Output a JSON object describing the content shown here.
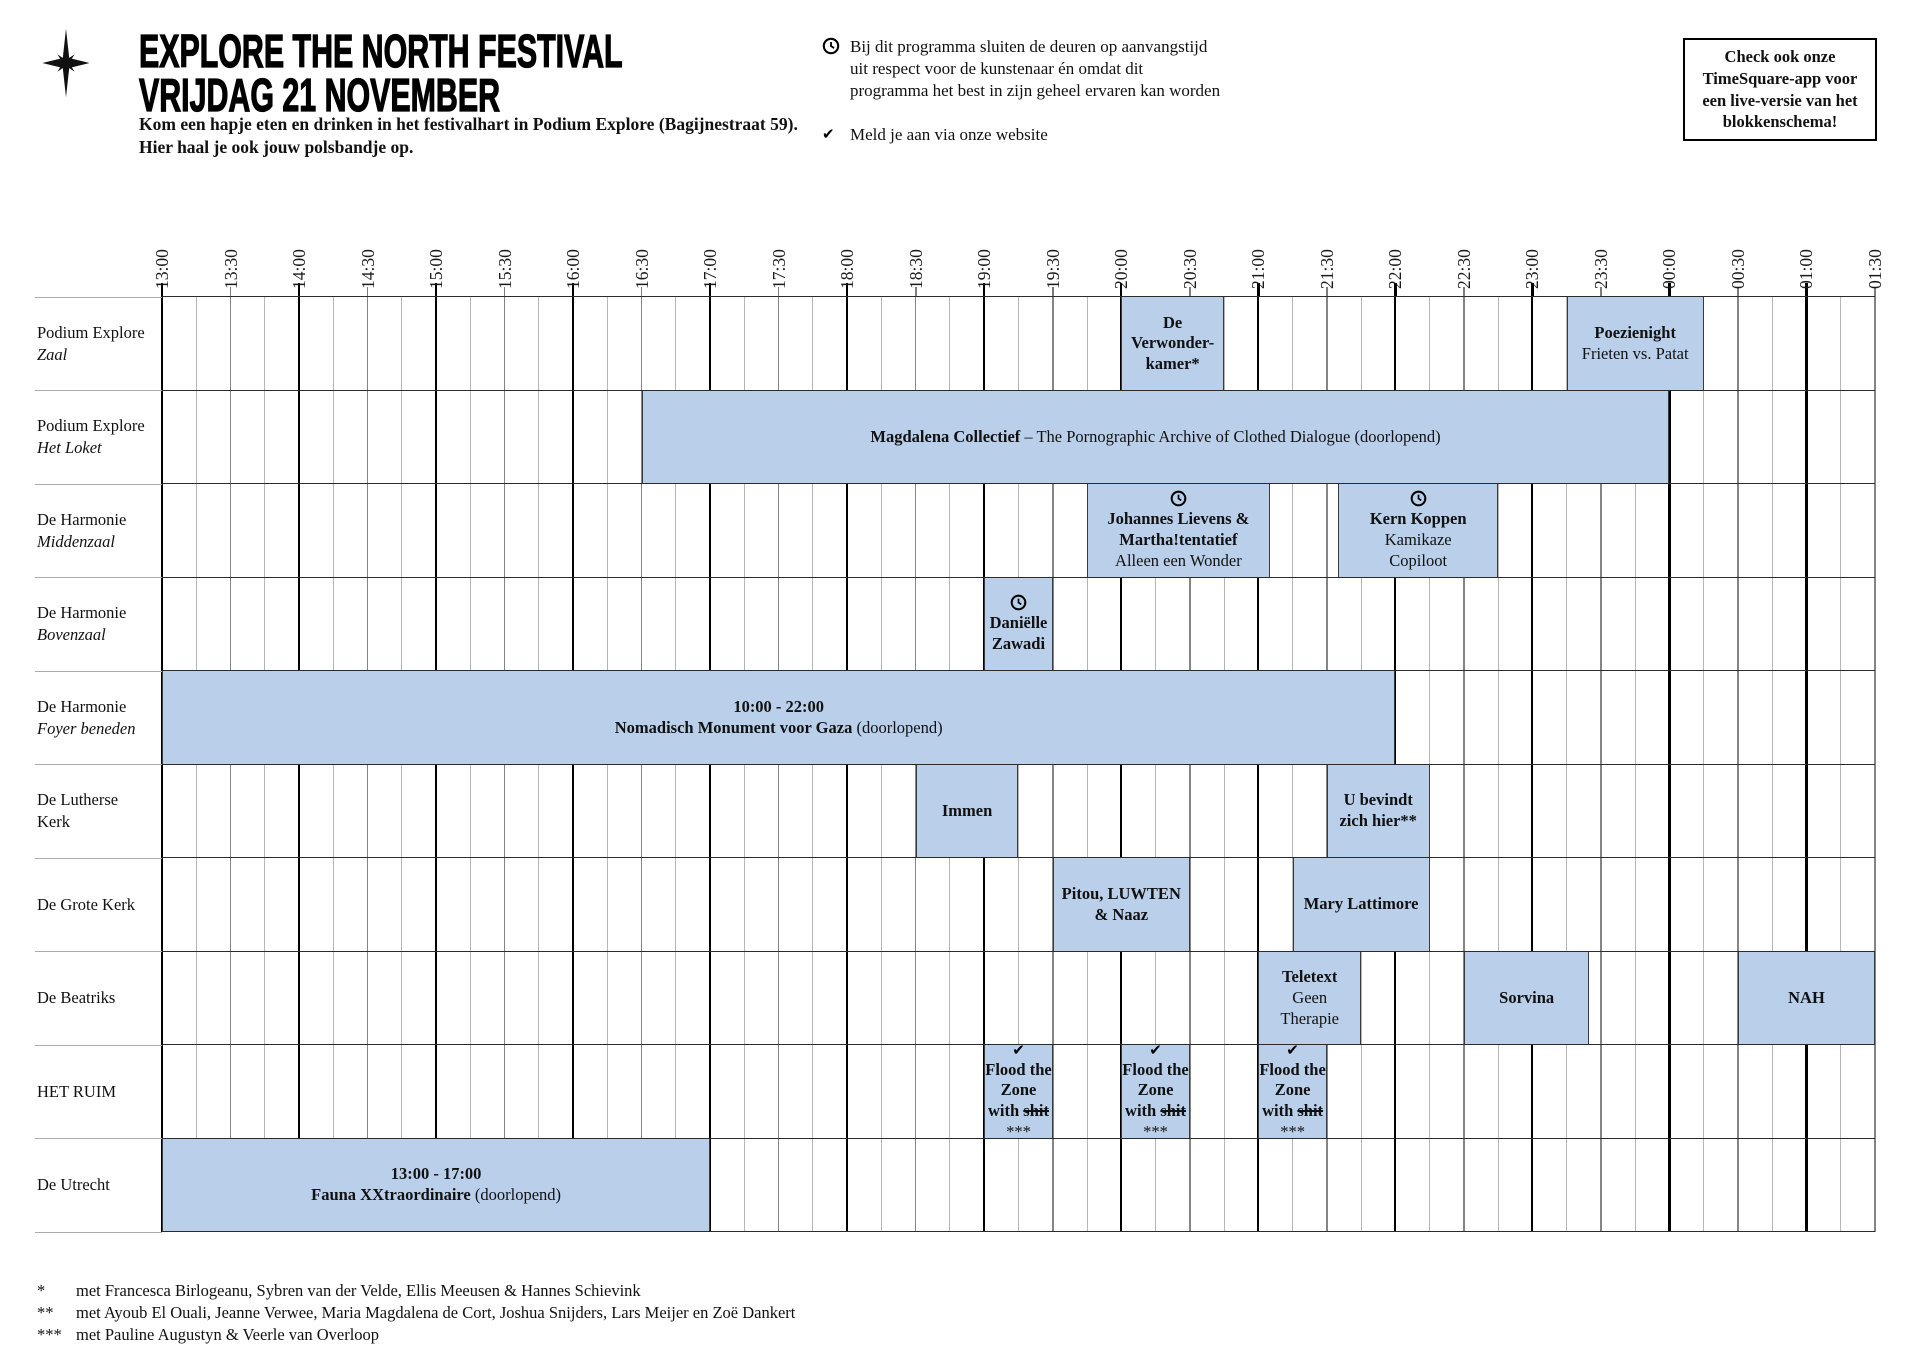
{
  "header": {
    "title_line1": "EXPLORE THE NORTH FESTIVAL",
    "title_line2": "VRIJDAG 21 NOVEMBER",
    "intro_line1": "Kom een hapje eten en drinken in het festivalhart in Podium Explore (Bagijnestraat 59).",
    "intro_line2": "Hier haal je ook jouw polsbandje op.",
    "notes": [
      {
        "icon": "clock-icon",
        "text": "Bij dit programma sluiten de deuren op aanvangstijd uit respect voor de kunstenaar én omdat dit programma het best in zijn geheel ervaren kan worden"
      },
      {
        "icon": "checkmark-icon",
        "text": "Meld je aan via onze website"
      }
    ],
    "app_box": {
      "text": "Check ook onze TimeSquare-app voor een live-versie van het blokkenschema!"
    },
    "logo": "star-logo"
  },
  "colors": {
    "block_fill": "#b9cfea",
    "hour_line": "#000000",
    "half_hour_line": "#858585",
    "quarter_line": "#b5b5b5",
    "text": "#111111"
  },
  "timeline": {
    "start": "13:00",
    "end": "01:30",
    "labels": [
      "13:00",
      "13:30",
      "14:00",
      "14:30",
      "15:00",
      "15:30",
      "16:00",
      "16:30",
      "17:00",
      "17:30",
      "18:00",
      "18:30",
      "19:00",
      "19:30",
      "20:00",
      "20:30",
      "21:00",
      "21:30",
      "22:00",
      "22:30",
      "23:00",
      "23:30",
      "00:00",
      "00:30",
      "01:00",
      "01:30"
    ]
  },
  "schedule": {
    "rows": [
      {
        "venue": {
          "lines": [
            {
              "t": "Podium Explore"
            },
            {
              "t": "Zaal",
              "i": true
            }
          ]
        },
        "events": [
          {
            "start": "20:00",
            "end": "20:45",
            "icon": null,
            "lines": [
              [
                {
                  "t": "De",
                  "b": true
                }
              ],
              [
                {
                  "t": "Verwonder-",
                  "b": true
                }
              ],
              [
                {
                  "t": "kamer*",
                  "b": true
                }
              ]
            ]
          },
          {
            "start": "23:15",
            "end": "00:15",
            "icon": null,
            "lines": [
              [
                {
                  "t": "Poezienight",
                  "b": true
                }
              ],
              [
                {
                  "t": "Frieten vs. Patat"
                }
              ]
            ]
          }
        ]
      },
      {
        "venue": {
          "lines": [
            {
              "t": "Podium Explore"
            },
            {
              "t": "Het Loket",
              "i": true
            }
          ]
        },
        "events": [
          {
            "start": "16:30",
            "end": "00:00",
            "icon": null,
            "lines": [
              [
                {
                  "t": "Magdalena Collectief",
                  "b": true
                },
                {
                  "t": " – The Pornographic Archive of Clothed Dialogue (doorlopend)"
                }
              ]
            ]
          }
        ]
      },
      {
        "venue": {
          "lines": [
            {
              "t": "De Harmonie"
            },
            {
              "t": "Middenzaal",
              "i": true
            }
          ]
        },
        "events": [
          {
            "start": "19:45",
            "end": "21:05",
            "icon": "clock-icon",
            "lines": [
              [
                {
                  "t": "Johannes Lievens &",
                  "b": true
                }
              ],
              [
                {
                  "t": "Martha!tentatief",
                  "b": true
                }
              ],
              [
                {
                  "t": "Alleen een Wonder"
                }
              ]
            ]
          },
          {
            "start": "21:35",
            "end": "22:45",
            "icon": "clock-icon",
            "lines": [
              [
                {
                  "t": "Kern Koppen",
                  "b": true
                }
              ],
              [
                {
                  "t": "Kamikaze"
                }
              ],
              [
                {
                  "t": "Copiloot"
                }
              ]
            ]
          }
        ]
      },
      {
        "venue": {
          "lines": [
            {
              "t": "De Harmonie"
            },
            {
              "t": "Bovenzaal",
              "i": true
            }
          ]
        },
        "events": [
          {
            "start": "19:00",
            "end": "19:30",
            "icon": "clock-icon",
            "lines": [
              [
                {
                  "t": "Daniëlle",
                  "b": true
                }
              ],
              [
                {
                  "t": "Zawadi",
                  "b": true
                }
              ]
            ]
          }
        ]
      },
      {
        "venue": {
          "lines": [
            {
              "t": "De Harmonie"
            },
            {
              "t": "Foyer beneden",
              "i": true
            }
          ]
        },
        "events": [
          {
            "start": "13:00",
            "end": "22:00",
            "icon": null,
            "lines": [
              [
                {
                  "t": "10:00 - 22:00",
                  "b": true
                }
              ],
              [
                {
                  "t": "Nomadisch Monument voor Gaza",
                  "b": true
                },
                {
                  "t": " (doorlopend)"
                }
              ]
            ]
          }
        ]
      },
      {
        "venue": {
          "lines": [
            {
              "t": "De Lutherse"
            },
            {
              "t": "Kerk"
            }
          ]
        },
        "events": [
          {
            "start": "18:30",
            "end": "19:15",
            "icon": null,
            "lines": [
              [
                {
                  "t": "Immen",
                  "b": true
                }
              ]
            ]
          },
          {
            "start": "21:30",
            "end": "22:15",
            "icon": null,
            "lines": [
              [
                {
                  "t": "U bevindt",
                  "b": true
                }
              ],
              [
                {
                  "t": "zich hier**",
                  "b": true
                }
              ]
            ]
          }
        ]
      },
      {
        "venue": {
          "lines": [
            {
              "t": "De Grote Kerk"
            }
          ]
        },
        "events": [
          {
            "start": "19:30",
            "end": "20:30",
            "icon": null,
            "lines": [
              [
                {
                  "t": "Pitou, LUWTEN",
                  "b": true
                }
              ],
              [
                {
                  "t": "& Naaz",
                  "b": true
                }
              ]
            ]
          },
          {
            "start": "21:15",
            "end": "22:15",
            "icon": null,
            "lines": [
              [
                {
                  "t": "Mary Lattimore",
                  "b": true
                }
              ]
            ]
          }
        ]
      },
      {
        "venue": {
          "lines": [
            {
              "t": "De Beatriks"
            }
          ]
        },
        "events": [
          {
            "start": "21:00",
            "end": "21:45",
            "icon": null,
            "lines": [
              [
                {
                  "t": "Teletext",
                  "b": true
                }
              ],
              [
                {
                  "t": "Geen"
                }
              ],
              [
                {
                  "t": "Therapie"
                }
              ]
            ]
          },
          {
            "start": "22:30",
            "end": "23:25",
            "icon": null,
            "lines": [
              [
                {
                  "t": "Sorvina",
                  "b": true
                }
              ]
            ]
          },
          {
            "start": "00:30",
            "end": "01:30",
            "icon": null,
            "lines": [
              [
                {
                  "t": "NAH",
                  "b": true
                }
              ]
            ]
          }
        ]
      },
      {
        "venue": {
          "lines": [
            {
              "t": "HET RUIM"
            }
          ]
        },
        "events": [
          {
            "start": "19:00",
            "end": "19:30",
            "icon": "checkmark-icon",
            "lines": [
              [
                {
                  "t": "Flood the",
                  "b": true
                }
              ],
              [
                {
                  "t": "Zone",
                  "b": true
                }
              ],
              [
                {
                  "t": "with ",
                  "b": true
                },
                {
                  "t": "shit",
                  "b": true,
                  "s": true
                }
              ],
              [
                {
                  "t": "***"
                }
              ]
            ]
          },
          {
            "start": "20:00",
            "end": "20:30",
            "icon": "checkmark-icon",
            "lines": [
              [
                {
                  "t": "Flood the",
                  "b": true
                }
              ],
              [
                {
                  "t": "Zone",
                  "b": true
                }
              ],
              [
                {
                  "t": "with ",
                  "b": true
                },
                {
                  "t": "shit",
                  "b": true,
                  "s": true
                }
              ],
              [
                {
                  "t": "***"
                }
              ]
            ]
          },
          {
            "start": "21:00",
            "end": "21:30",
            "icon": "checkmark-icon",
            "lines": [
              [
                {
                  "t": "Flood the",
                  "b": true
                }
              ],
              [
                {
                  "t": "Zone",
                  "b": true
                }
              ],
              [
                {
                  "t": "with ",
                  "b": true
                },
                {
                  "t": "shit",
                  "b": true,
                  "s": true
                }
              ],
              [
                {
                  "t": "***"
                }
              ]
            ]
          }
        ]
      },
      {
        "venue": {
          "lines": [
            {
              "t": "De Utrecht"
            }
          ]
        },
        "events": [
          {
            "start": "13:00",
            "end": "17:00",
            "icon": null,
            "lines": [
              [
                {
                  "t": "13:00 - 17:00",
                  "b": true
                }
              ],
              [
                {
                  "t": "Fauna XXtraordinaire",
                  "b": true
                },
                {
                  "t": " (doorlopend)"
                }
              ]
            ]
          }
        ]
      }
    ]
  },
  "footnotes": [
    {
      "marker": "*",
      "text": "met Francesca Birlogeanu, Sybren van der Velde, Ellis Meeusen & Hannes Schievink"
    },
    {
      "marker": "**",
      "text": "met Ayoub El Ouali, Jeanne Verwee, Maria Magdalena de Cort, Joshua Snijders, Lars Meijer en Zoë Dankert"
    },
    {
      "marker": "***",
      "text": "met Pauline Augustyn & Veerle van Overloop"
    }
  ]
}
